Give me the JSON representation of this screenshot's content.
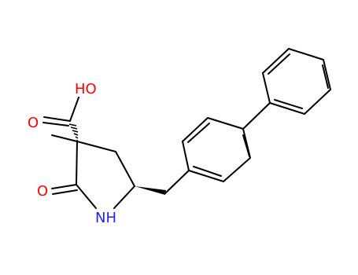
{
  "molecule": {
    "atoms": {
      "hydroxyl": {
        "label": "HO",
        "color": "#ff0000"
      },
      "carbonyl_acid_oxygen": {
        "label": "O",
        "color": "#ff0000"
      },
      "lactam_oxygen": {
        "label": "O",
        "color": "#ff0000"
      },
      "ring_nitrogen": {
        "label": "NH",
        "color": "#1f1fff"
      }
    },
    "bond_color": "#000000",
    "background": "#ffffff"
  }
}
